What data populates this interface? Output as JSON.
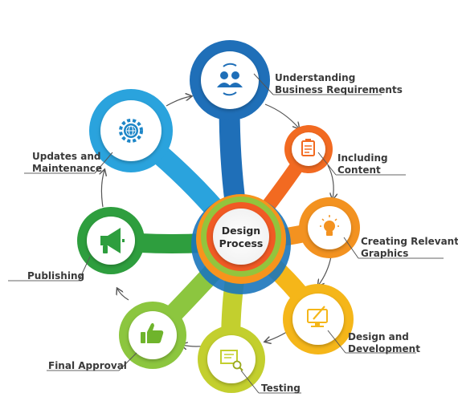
{
  "center": {
    "line1": "Design",
    "line2": "Process"
  },
  "steps": [
    {
      "line1": "Understanding",
      "line2": "Business Requirements",
      "icon": "users-sync-icon",
      "color": "#1f6fb8"
    },
    {
      "line1": "Including",
      "line2": "Content",
      "icon": "clipboard-icon",
      "color": "#f26a21"
    },
    {
      "line1": "Creating Relevant",
      "line2": "Graphics",
      "icon": "lightbulb-icon",
      "color": "#f39220"
    },
    {
      "line1": "Design and",
      "line2": "Development",
      "icon": "monitor-pen-icon",
      "color": "#f5b619"
    },
    {
      "line1": "Testing",
      "line2": "",
      "icon": "document-magnifier-icon",
      "color": "#c3cf2e"
    },
    {
      "line1": "Final Approval",
      "line2": "",
      "icon": "thumbs-up-icon",
      "color": "#8cc63f"
    },
    {
      "line1": "Publishing",
      "line2": "",
      "icon": "megaphone-icon",
      "color": "#2e9e3e"
    },
    {
      "line1": "Updates and",
      "line2": "Maintenance",
      "icon": "gear-globe-icon",
      "color": "#2aa3dd"
    }
  ]
}
